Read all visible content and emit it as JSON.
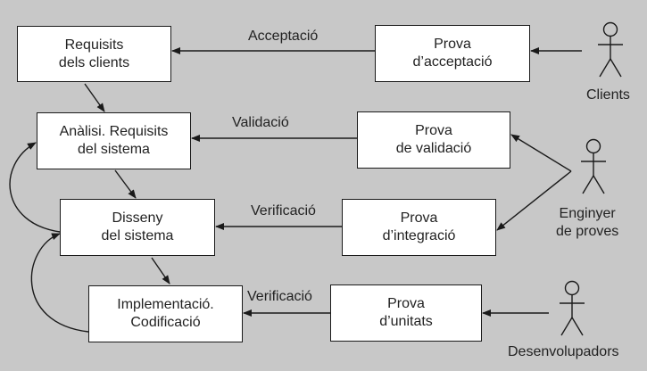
{
  "boxes": {
    "requisits_clients": [
      "Requisits",
      "dels clients"
    ],
    "analisi": [
      "Anàlisi. Requisits",
      "del sistema"
    ],
    "disseny": [
      "Disseny",
      "del sistema"
    ],
    "implementacio": [
      "Implementació.",
      "Codificació"
    ],
    "prova_acceptacio": [
      "Prova",
      "d’acceptació"
    ],
    "prova_validacio": [
      "Prova",
      "de validació"
    ],
    "prova_integracio": [
      "Prova",
      "d’integració"
    ],
    "prova_unitats": [
      "Prova",
      "d’unitats"
    ]
  },
  "edge_labels": {
    "acceptacio": "Acceptació",
    "validacio": "Validació",
    "verificacio_1": "Verificació",
    "verificacio_2": "Verificació"
  },
  "actors": {
    "clients": [
      "Clients"
    ],
    "enginyer": [
      "Enginyer",
      "de proves"
    ],
    "desenvolupadors": [
      "Desenvolupadors"
    ]
  },
  "colors": {
    "background": "#c8c8c8",
    "box_fill": "#ffffff",
    "stroke": "#1a1a1a",
    "text": "#222222"
  }
}
